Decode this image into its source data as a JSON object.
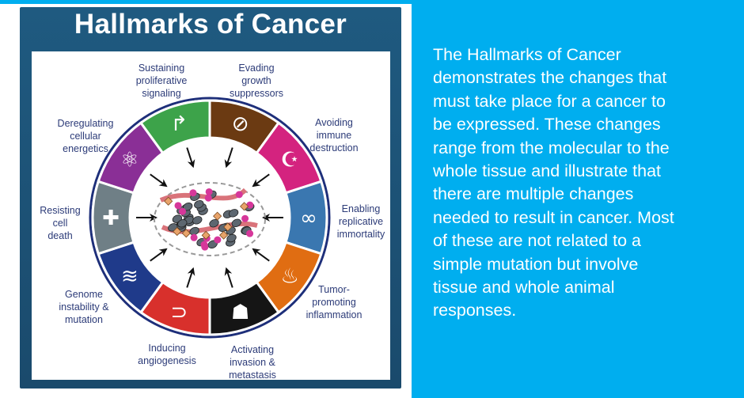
{
  "figure": {
    "title": "Hallmarks of Cancer",
    "segments": [
      {
        "label": "Evading growth suppressors",
        "lines": [
          "Evading",
          "growth",
          "suppressors"
        ],
        "color": "#6b3a12",
        "icon": "no-entry-icon",
        "glyph": "⊘"
      },
      {
        "label": "Avoiding immune destruction",
        "lines": [
          "Avoiding",
          "immune",
          "destruction"
        ],
        "color": "#d4237f",
        "icon": "immune-cell-icon",
        "glyph": "☪"
      },
      {
        "label": "Enabling replicative immortality",
        "lines": [
          "Enabling",
          "replicative",
          "immortality"
        ],
        "color": "#3a77b0",
        "icon": "infinity-icon",
        "glyph": "∞"
      },
      {
        "label": "Tumor-promoting inflammation",
        "lines": [
          "Tumor-",
          "promoting",
          "inflammation"
        ],
        "color": "#e06d12",
        "icon": "flame-icon",
        "glyph": "♨"
      },
      {
        "label": "Activating invasion & metastasis",
        "lines": [
          "Activating",
          "invasion &",
          "metastasis"
        ],
        "color": "#151515",
        "icon": "migrating-cell-icon",
        "glyph": "☗"
      },
      {
        "label": "Inducing angiogenesis",
        "lines": [
          "Inducing",
          "angiogenesis"
        ],
        "color": "#d8302c",
        "icon": "blood-vessel-icon",
        "glyph": "⊃"
      },
      {
        "label": "Genome instability & mutation",
        "lines": [
          "Genome",
          "instability &",
          "mutation"
        ],
        "color": "#1f3a8a",
        "icon": "dna-icon",
        "glyph": "≋"
      },
      {
        "label": "Resisting cell death",
        "lines": [
          "Resisting",
          "cell",
          "death"
        ],
        "color": "#6f7f86",
        "icon": "cross-icon",
        "glyph": "✚"
      },
      {
        "label": "Deregulating cellular energetics",
        "lines": [
          "Deregulating",
          "cellular",
          "energetics"
        ],
        "color": "#8a2f96",
        "icon": "atom-icon",
        "glyph": "⚛"
      },
      {
        "label": "Sustaining proliferative signaling",
        "lines": [
          "Sustaining",
          "proliferative",
          "signaling"
        ],
        "color": "#3da34a",
        "icon": "arrow-up-right-icon",
        "glyph": "↱"
      }
    ],
    "ring_outline_color": "#1e2f7a"
  },
  "description": {
    "lines": [
      "The Hallmarks of Cancer",
      "demonstrates the changes that",
      "must take place for a cancer to",
      "be expressed. These changes",
      "range from the molecular to the",
      "whole tissue and illustrate that",
      "there are multiple changes",
      "needed to result in cancer. Most",
      "of these are not related to a",
      "simple mutation but involve",
      "tissue and whole animal",
      "responses."
    ]
  }
}
